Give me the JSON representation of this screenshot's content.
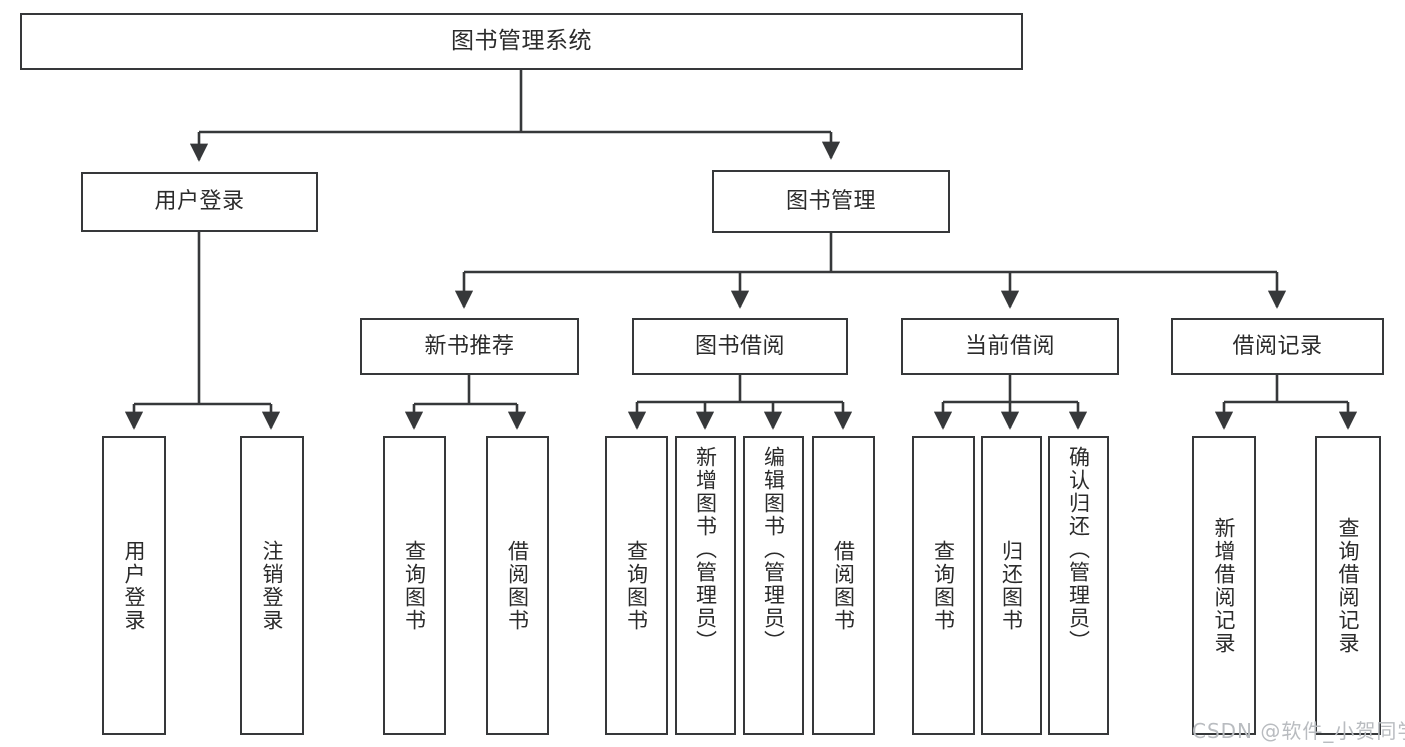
{
  "diagram": {
    "title": "图书管理系统",
    "type": "tree-hierarchy-chart",
    "watermark": "CSDN @软件_小贺同学",
    "colors": {
      "stroke": "#36383a",
      "fill": "#ffffff",
      "text": "#2b2b2b",
      "watermark": "#b9bcc0"
    }
  },
  "nodes": {
    "root": {
      "label": "图书管理系统"
    },
    "level1": [
      {
        "label": "用户登录"
      },
      {
        "label": "图书管理"
      }
    ],
    "level2": [
      {
        "label": "新书推荐"
      },
      {
        "label": "图书借阅"
      },
      {
        "label": "当前借阅"
      },
      {
        "label": "借阅记录"
      }
    ],
    "leaves_user_login": [
      {
        "label": "用户登录"
      },
      {
        "label": "注销登录"
      }
    ],
    "leaves_new_book": [
      {
        "label": "查询图书"
      },
      {
        "label": "借阅图书"
      }
    ],
    "leaves_borrow": [
      {
        "label": "查询图书"
      },
      {
        "label": "新增图书（管理员）"
      },
      {
        "label": "编辑图书（管理员）"
      },
      {
        "label": "借阅图书"
      }
    ],
    "leaves_current": [
      {
        "label": "查询图书"
      },
      {
        "label": "归还图书"
      },
      {
        "label": "确认归还（管理员）"
      }
    ],
    "leaves_records": [
      {
        "label": "新增借阅记录"
      },
      {
        "label": "查询借阅记录"
      }
    ]
  }
}
